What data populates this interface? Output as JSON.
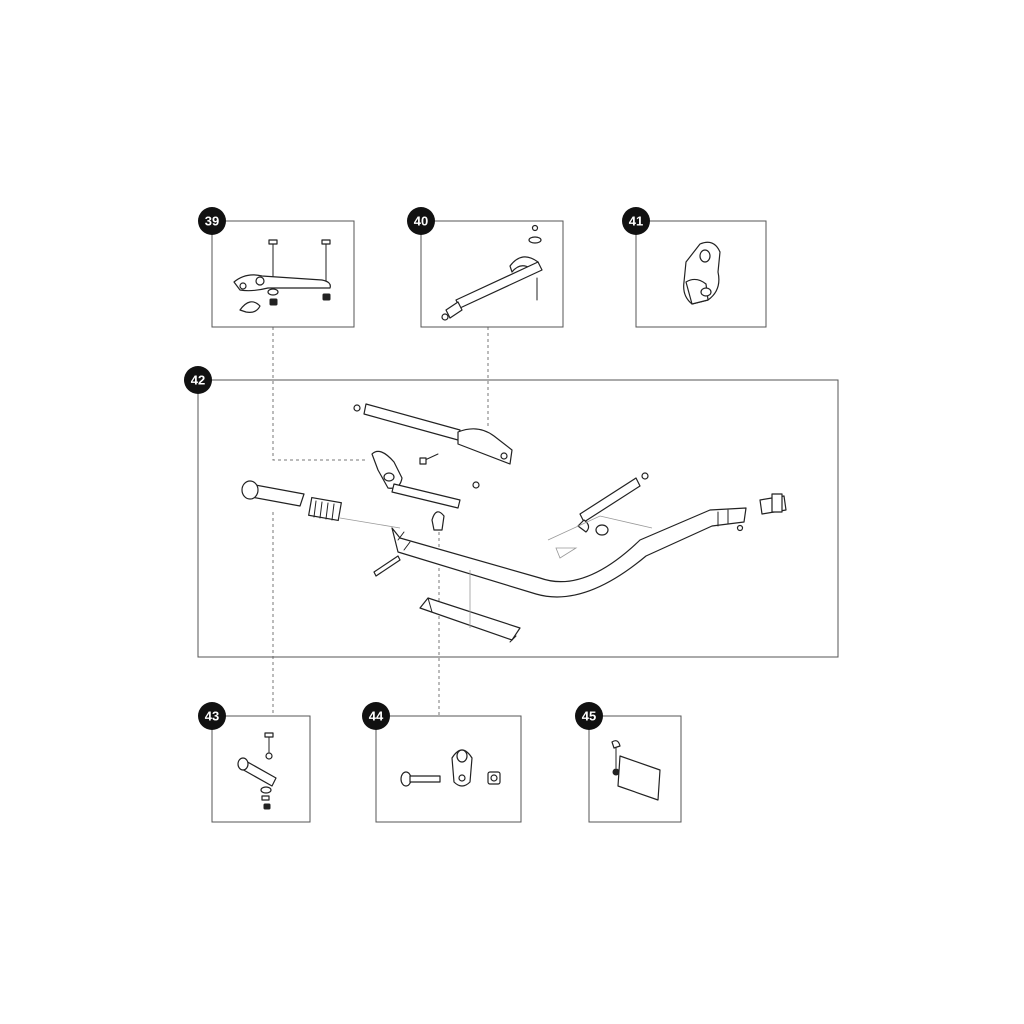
{
  "callouts": [
    {
      "id": "39",
      "label": "39"
    },
    {
      "id": "40",
      "label": "40"
    },
    {
      "id": "41",
      "label": "41"
    },
    {
      "id": "42",
      "label": "42"
    },
    {
      "id": "43",
      "label": "43"
    },
    {
      "id": "44",
      "label": "44"
    },
    {
      "id": "45",
      "label": "45"
    }
  ],
  "colors": {
    "badge": "#111111",
    "line": "#222222",
    "frame": "#555555"
  }
}
